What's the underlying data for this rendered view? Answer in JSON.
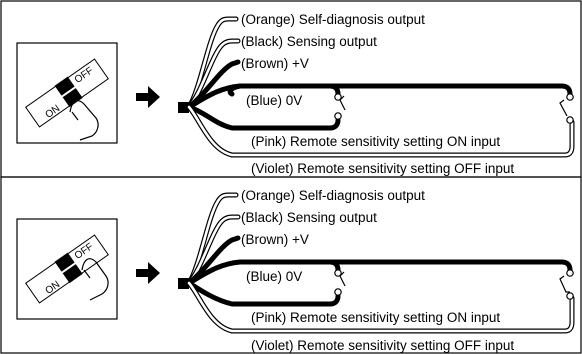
{
  "panels": [
    {
      "labels": {
        "orange": "(Orange) Self-diagnosis output",
        "black": "(Black) Sensing output",
        "brown": "(Brown) +V",
        "blue": "(Blue) 0V",
        "pink": "(Pink) Remote sensitivity setting ON input",
        "violet": "(Violet) Remote sensitivity setting OFF input"
      },
      "switch_labels": {
        "off": "OFF",
        "on": "ON"
      },
      "active_switch": "on",
      "icons": [
        "finger-press-icon",
        "arrow-right-icon",
        "sensor-body-icon"
      ]
    },
    {
      "labels": {
        "orange": "(Orange) Self-diagnosis output",
        "black": "(Black) Sensing output",
        "brown": "(Brown) +V",
        "blue": "(Blue) 0V",
        "pink": "(Pink) Remote sensitivity setting ON input",
        "violet": "(Violet) Remote sensitivity setting OFF input"
      },
      "switch_labels": {
        "off": "OFF",
        "on": "ON"
      },
      "active_switch": "off",
      "icons": [
        "finger-press-icon",
        "arrow-right-icon",
        "sensor-body-icon"
      ]
    }
  ]
}
